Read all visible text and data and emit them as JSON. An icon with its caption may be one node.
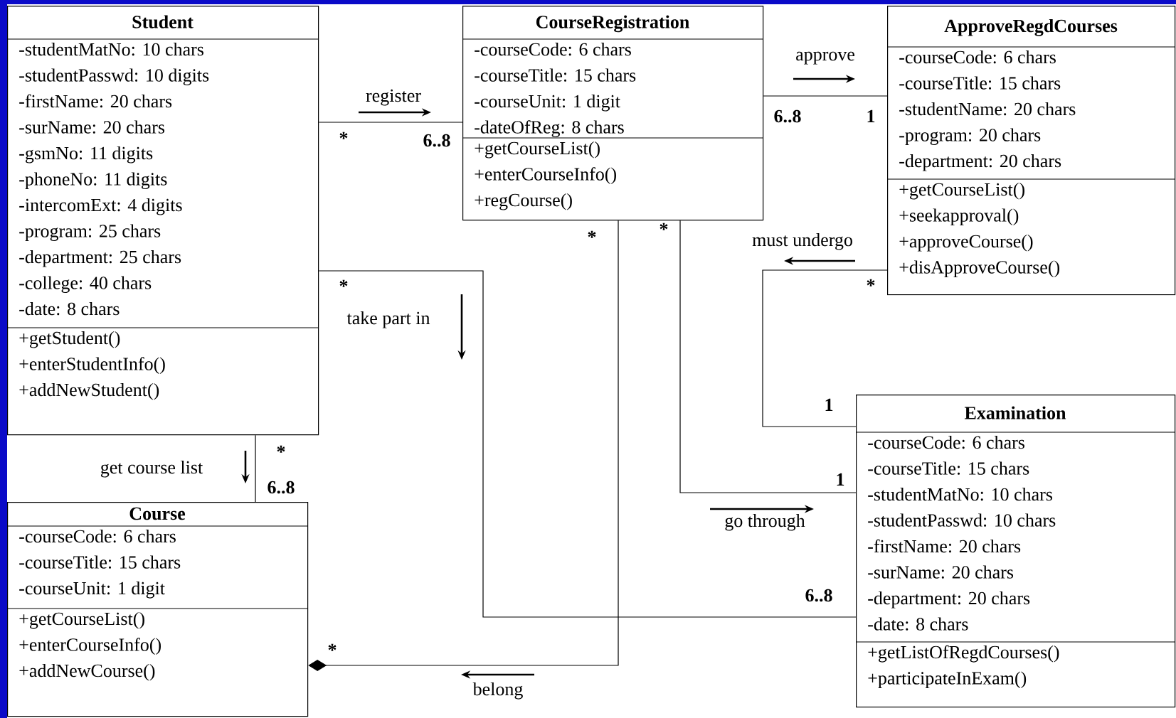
{
  "diagram": {
    "nodes": [
      {
        "text": [
          "Student",
          "-studentMatNo: 10 chars",
          "-studentPasswd: 10 digits",
          "-firstName: 20 chars",
          "-surName: 20 chars",
          "-gsmNo: 11 digits",
          "-phoneNo: 11 digits",
          "-intercomExt: 4 digits",
          "-program: 25 chars",
          "-department: 25 chars",
          "-college: 40 chars",
          "-date: 8 chars",
          "+getStudent()",
          "+enterStudentInfo()",
          "+addNewStudent()"
        ]
      },
      {
        "text": [
          "CourseRegistration",
          "-courseCode: 6 chars",
          "-courseTitle: 15 chars",
          "-courseUnit: 1 digit",
          "-dateOfReg: 8 chars",
          "+getCourseList()",
          "+enterCourseInfo()",
          "+regCourse()"
        ]
      },
      {
        "text": [
          "ApproveRegdCourses",
          "-courseCode: 6 chars",
          "-courseTitle: 15 chars",
          "-studentName: 20 chars",
          "-program: 20 chars",
          "-department: 20 chars",
          "+getCourseList()",
          "+seekapproval()",
          "+approveCourse()",
          "+disApproveCourse()"
        ]
      },
      {
        "text": [
          "Course",
          "-courseCode: 6 chars",
          "-courseTitle: 15 chars",
          "-courseUnit: 1 digit",
          "+getCourseList()",
          "+enterCourseInfo()",
          "+addNewCourse()"
        ]
      },
      {
        "text": [
          "Examination",
          "-courseCode: 6 chars",
          "-courseTitle: 15 chars",
          "-studentMatNo: 10 chars",
          "-studentPasswd: 10 chars",
          "-firstName: 20 chars",
          "-surName: 20 chars",
          "-department: 20 chars",
          "-date: 8 chars",
          "+getListOfRegdCourses()",
          "+participateInExam()"
        ]
      }
    ],
    "edges": [
      {
        "from": 0,
        "to": 1,
        "arrow": "none",
        "label": "register"
      },
      {
        "from": 1,
        "to": 2,
        "arrow": "none",
        "label": "approve"
      },
      {
        "from": 2,
        "to": 4,
        "arrow": "none",
        "label": "must undergo"
      },
      {
        "from": 1,
        "to": 4,
        "arrow": "none",
        "label": "go through"
      },
      {
        "from": 0,
        "to": 4,
        "arrow": "none",
        "label": "take part in"
      },
      {
        "from": 1,
        "to": 3,
        "arrow": "other",
        "label": "belong"
      },
      {
        "from": 0,
        "to": 3,
        "arrow": "none",
        "label": "get course list"
      }
    ],
    "labels": [
      "6..8",
      "1",
      "*",
      "6..8",
      "*",
      "*",
      "*",
      "*",
      "1",
      "*",
      "1",
      "6..8",
      "6..8",
      "*"
    ]
  }
}
